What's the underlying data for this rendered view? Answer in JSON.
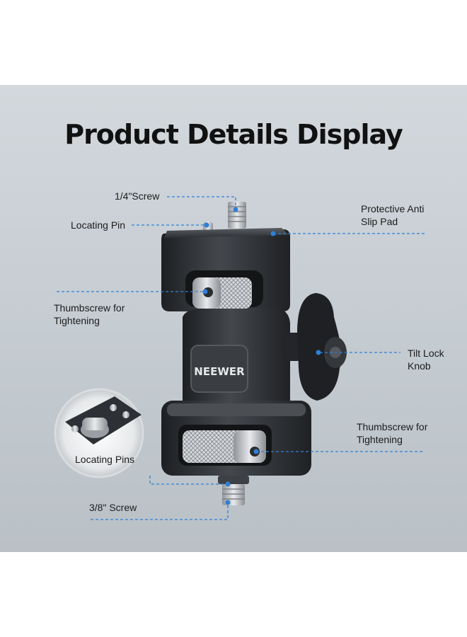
{
  "title": "Product Details Display",
  "brand": "NEEWER",
  "callouts": {
    "quarter_screw": "1/4\"Screw",
    "locating_pin": "Locating Pin",
    "anti_slip_line1": "Protective Anti",
    "anti_slip_line2": "Slip Pad",
    "thumbscrew_top_line1": "Thumbscrew for",
    "thumbscrew_top_line2": "Tightening",
    "tilt_lock_line1": "Tilt Lock",
    "tilt_lock_line2": "Knob",
    "thumbscrew_bottom_line1": "Thumbscrew for",
    "thumbscrew_bottom_line2": "Tightening",
    "locating_pins": "Locating Pins",
    "three_eighth_screw": "3/8\" Screw"
  },
  "colors": {
    "background_panel": "#c8ced4",
    "callout_line": "#2f7fd6",
    "product_body": "#2a2c2f"
  }
}
